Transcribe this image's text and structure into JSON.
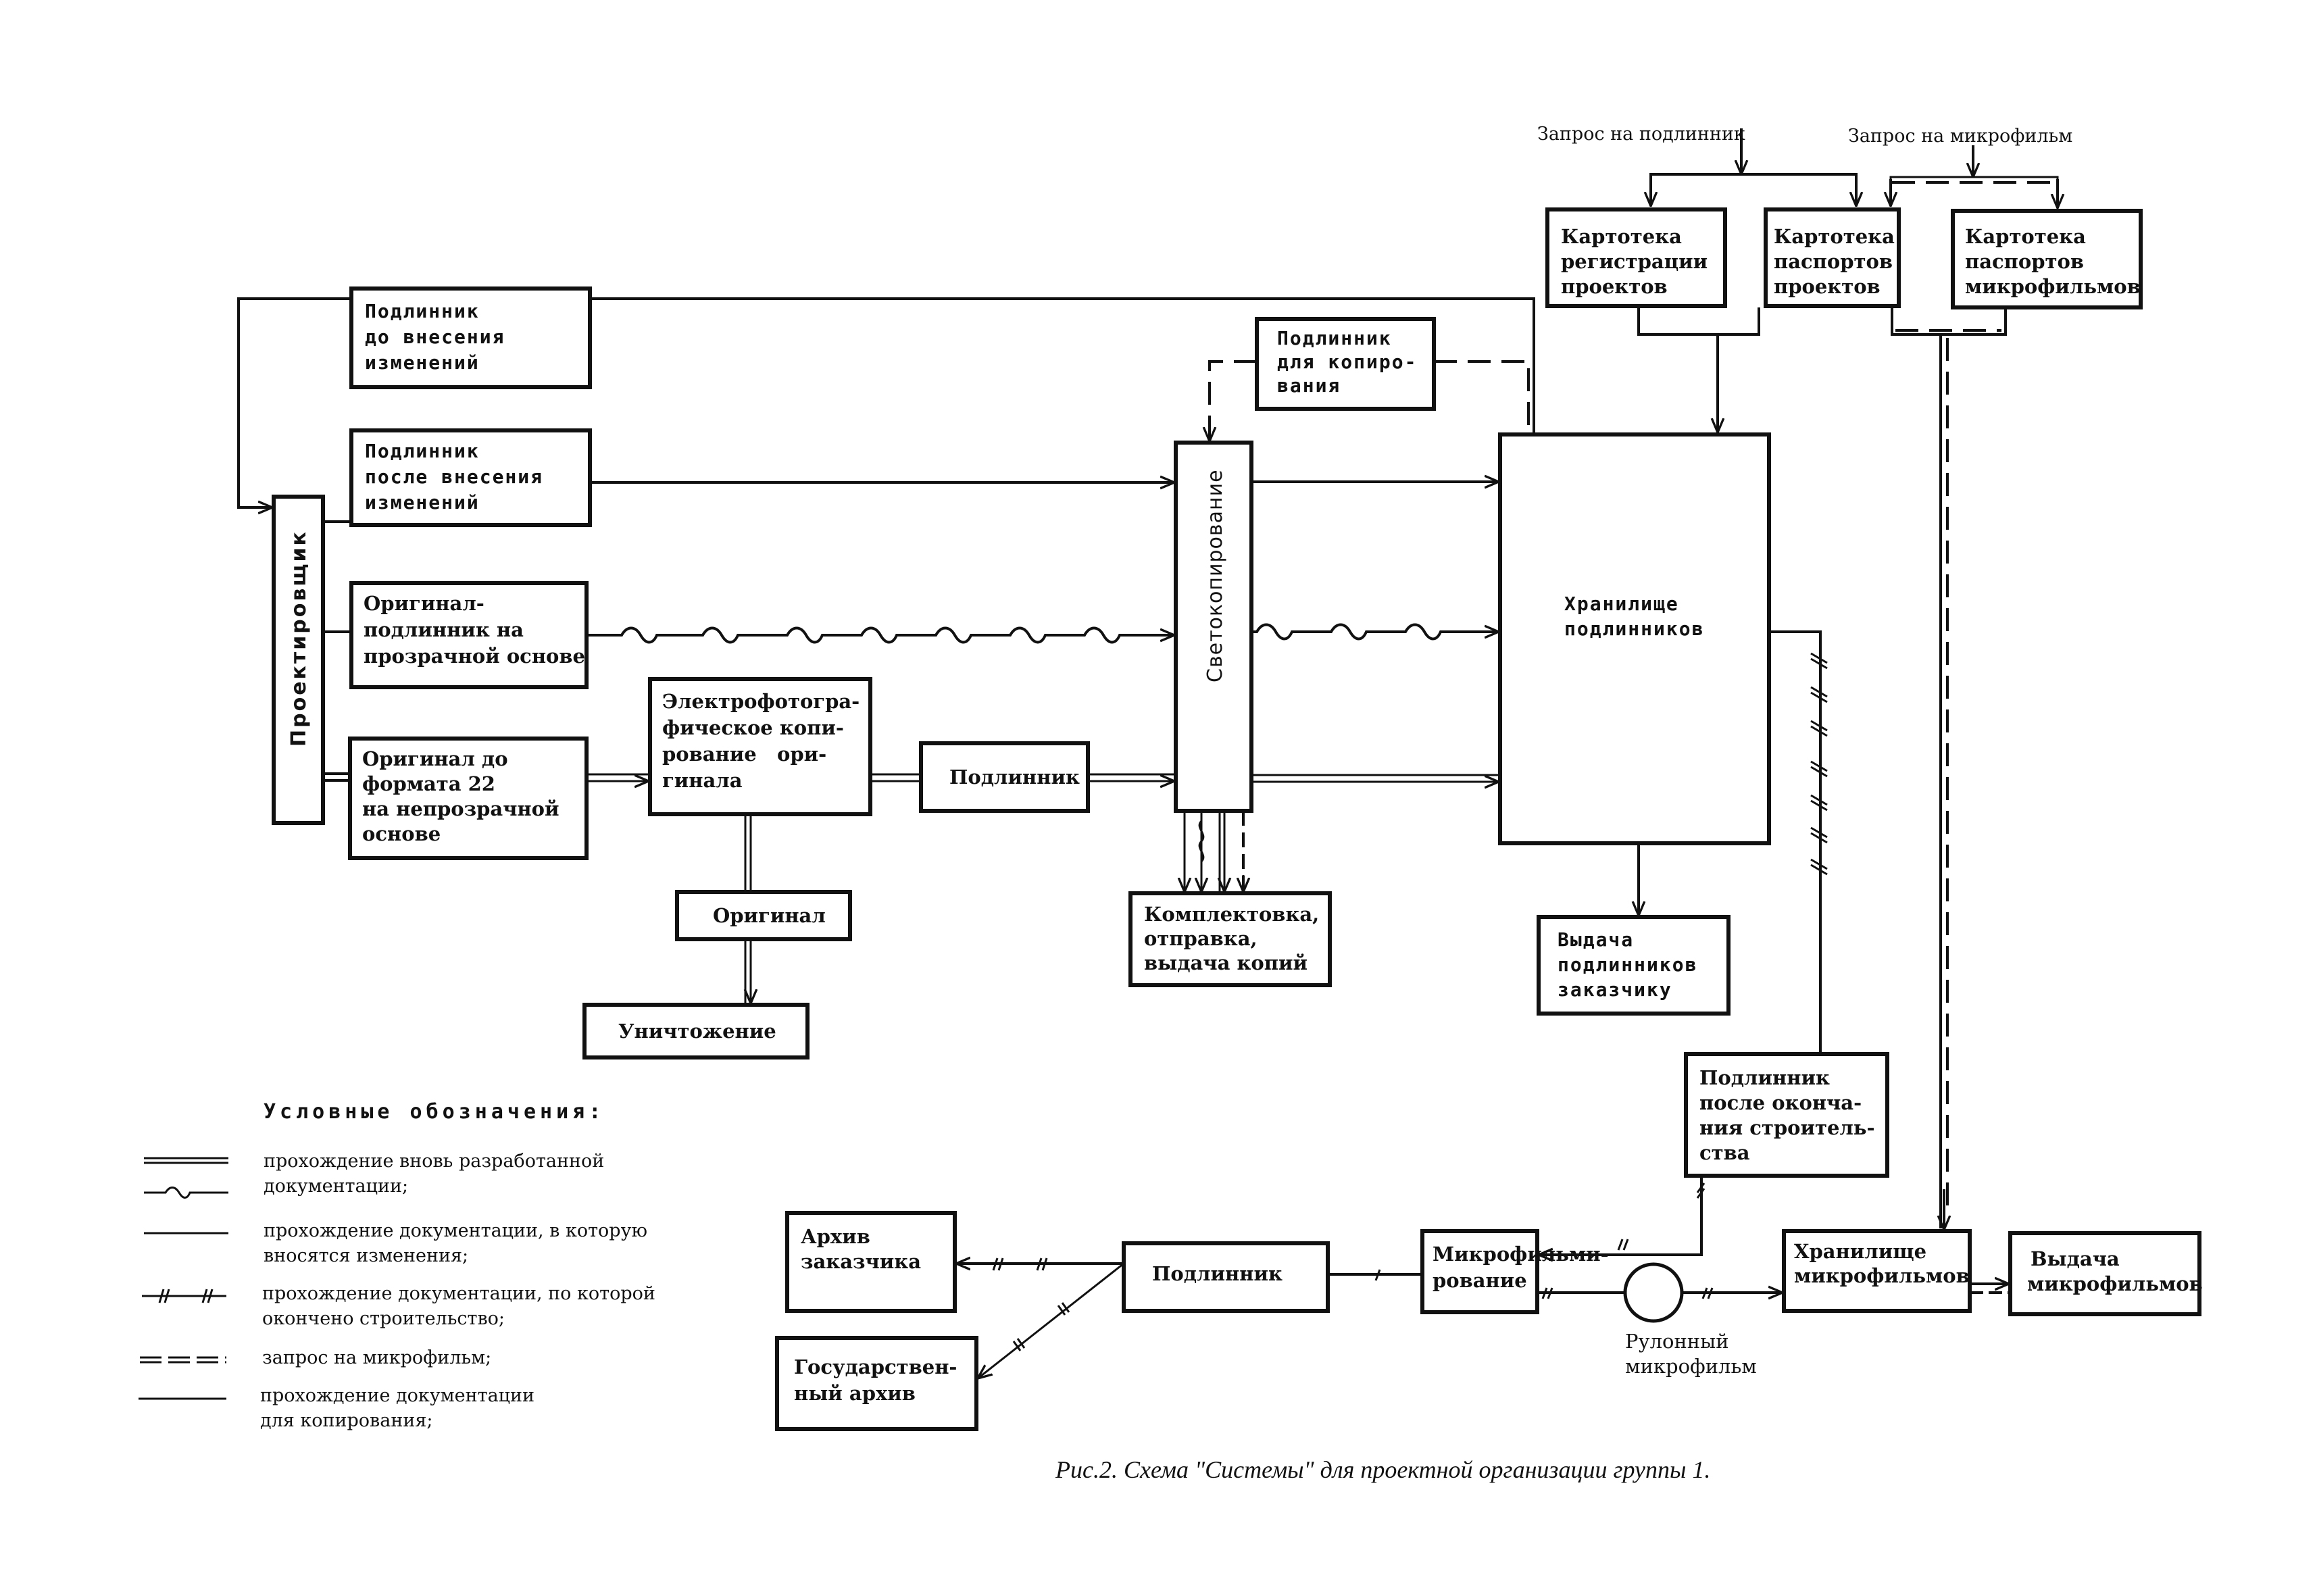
{
  "diagram": {
    "top_labels": {
      "request_original": "Запрос на подлинник",
      "request_microfilm": "Запрос на микрофильм"
    },
    "nodes": {
      "card_registration": [
        "Картотека",
        "регистрации",
        "проектов"
      ],
      "card_passports_projects": [
        "Картотека",
        "паспортов",
        "проектов"
      ],
      "card_passports_microfilms": [
        "Картотека",
        "паспортов",
        "микрофильмов"
      ],
      "original_before_changes": [
        "Подлинник",
        "до внесения",
        "изменений"
      ],
      "original_after_changes": [
        "Подлинник",
        "после внесения",
        "изменений"
      ],
      "designer": "Проектировщик",
      "original_transparent": [
        "Оригинал-",
        "подлинник на",
        "прозрачной основе"
      ],
      "original_opaque": [
        "Оригинал до",
        "формата 22",
        "на непрозрачной",
        "основе"
      ],
      "electrophoto_copying": [
        "Электрофотогра-",
        "фическое копи-",
        "рование   ори-",
        "гинала"
      ],
      "original_mid": "Подлинник",
      "light_copying": "Светокопирование",
      "original_for_copying": [
        "Подлинник",
        "для копиро-",
        "вания"
      ],
      "originals_storage": [
        "Хранилище",
        "подлинников"
      ],
      "original_box": "Оригинал",
      "destruction": "Уничтожение",
      "assembly": [
        "Комплектовка,",
        "отправка,",
        "выдача копий"
      ],
      "issue_originals": [
        "Выдача",
        "подлинников",
        "заказчику"
      ],
      "original_after_construction": [
        "Подлинник",
        "после оконча-",
        "ния строитель-",
        "ства"
      ],
      "microfilming": [
        "Микрофильми-",
        "рование"
      ],
      "roll_microfilm": [
        "Рулонный",
        "микрофильм"
      ],
      "microfilm_storage": [
        "Хранилище",
        "микрофильмов"
      ],
      "issue_microfilms": [
        "Выдача",
        "микрофильмов"
      ],
      "original_bottom": "Подлинник",
      "customer_archive": [
        "Архив",
        "заказчика"
      ],
      "state_archive": [
        "Государствен-",
        "ный архив"
      ]
    },
    "legend": {
      "title": "Условные обозначения:",
      "items": [
        {
          "symbol": "double-line / wavy-line",
          "text": [
            "прохождение вновь разработанной",
            "документации;"
          ]
        },
        {
          "symbol": "thin-line",
          "text": [
            "прохождение документации, в которую",
            "вносятся изменения;"
          ]
        },
        {
          "symbol": "double-slash-line",
          "text": [
            "прохождение  документации, по которой",
            "окончено строительство;"
          ]
        },
        {
          "symbol": "dashed-double-line",
          "text": [
            "запрос на микрофильм;"
          ]
        },
        {
          "symbol": "solid-line",
          "text": [
            "прохождение документации",
            "для копирования;"
          ]
        }
      ]
    },
    "caption": "Рис.2. Схема \"Системы\" для проектной организации группы 1."
  }
}
